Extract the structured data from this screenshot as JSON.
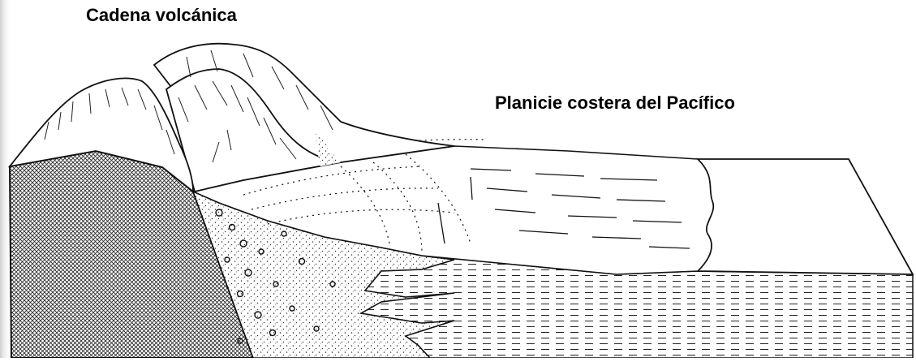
{
  "labels": {
    "volcanic_chain": "Cadena volcánica",
    "coastal_plain": "Planicie costera del Pacífico"
  },
  "colors": {
    "ink": "#1a1a1a",
    "paper": "#ffffff",
    "scan_shadow": "#d8d8d8"
  },
  "icons": [
    "cross-section-block-diagram"
  ]
}
